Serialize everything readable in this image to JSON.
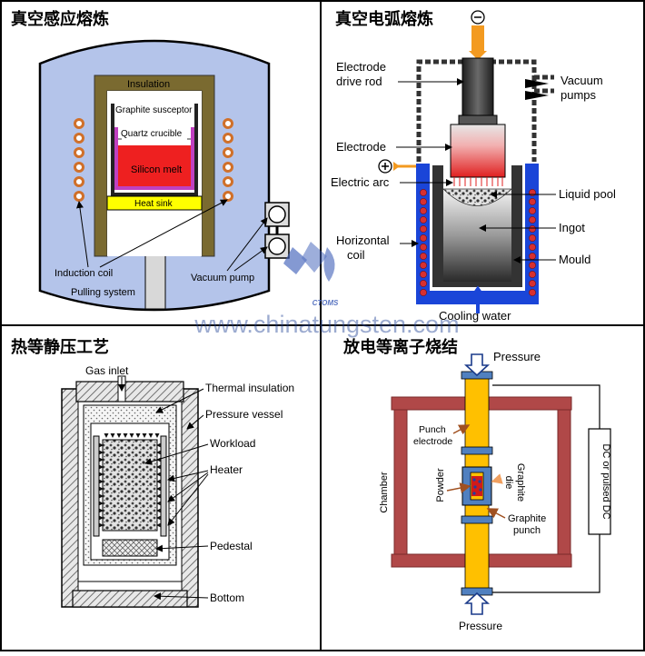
{
  "panels": {
    "induction": {
      "title": "真空感应熔炼",
      "labels": {
        "insulation": "Insulation",
        "graphite_susceptor": "Graphite susceptor",
        "quartz_crucible": "Quartz crucible",
        "silicon_melt": "Silicon melt",
        "heat_sink": "Heat sink",
        "induction_coil": "Induction coil",
        "vacuum_pump": "Vacuum pump",
        "pulling_system": "Pulling system"
      }
    },
    "arc": {
      "title": "真空电弧熔炼",
      "labels": {
        "minus": "⊖",
        "plus": "⊕",
        "electrode_drive_rod_1": "Electrode",
        "electrode_drive_rod_2": "drive rod",
        "vacuum_pumps_1": "Vacuum",
        "vacuum_pumps_2": "pumps",
        "electrode": "Electrode",
        "electric_arc": "Electric arc",
        "liquid_pool": "Liquid pool",
        "ingot": "Ingot",
        "horizontal_coil_1": "Horizontal",
        "horizontal_coil_2": "coil",
        "mould": "Mould",
        "cooling_water": "Cooling water"
      }
    },
    "hip": {
      "title": "热等静压工艺",
      "labels": {
        "gas_inlet": "Gas inlet",
        "thermal_insulation": "Thermal insulation",
        "pressure_vessel": "Pressure vessel",
        "workload": "Workload",
        "heater": "Heater",
        "pedestal": "Pedestal",
        "bottom": "Bottom"
      }
    },
    "sps": {
      "title": "放电等离子烧结",
      "labels": {
        "pressure_top": "Pressure",
        "punch_electrode_1": "Punch",
        "punch_electrode_2": "electrode",
        "chamber": "Chamber",
        "powder": "Powder",
        "graphite_die_1": "Graphite",
        "graphite_die_2": "die",
        "graphite_punch_1": "Graphite",
        "graphite_punch_2": "punch",
        "dc": "DC or pulsed DC",
        "pressure_bottom": "Pressure"
      }
    }
  },
  "watermark": {
    "url": "www.chinatungsten.com",
    "logo_text": "CTOMS"
  },
  "colors": {
    "vessel_fill": "#b4c4ea",
    "insulation": "#7a6a30",
    "silicon_melt": "#ee2020",
    "crucible": "#c040c0",
    "heat_sink": "#ffff00",
    "coil": "#d0702a",
    "mould_blue": "#1a45d8",
    "arc_coil": "#d83030",
    "sps_chamber": "#b04848",
    "sps_punch": "#ffc000",
    "sps_die": "#5080c0",
    "sps_arrow": "#a05020",
    "watermark": "#2a4a9a"
  }
}
